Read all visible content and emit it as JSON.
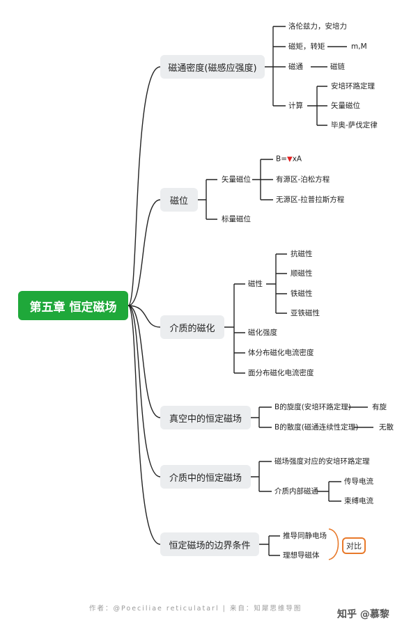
{
  "root": "第五章 恒定磁场",
  "branches": {
    "b1": "磁通密度(磁感应强度)",
    "b2": "磁位",
    "b3": "介质的磁化",
    "b4": "真空中的恒定磁场",
    "b5": "介质中的恒定磁场",
    "b6": "恒定磁场的边界条件"
  },
  "b1": {
    "lorentz": "洛伦兹力，安培力",
    "torque": "磁矩，转矩",
    "mM": "m,M",
    "flux": "磁通",
    "chain": "磁链",
    "calc": "计算",
    "ampere_loop": "安培环路定理",
    "vector_potential": "矢量磁位",
    "biot": "毕奥-萨伐定律"
  },
  "b2": {
    "vector": "矢量磁位",
    "b_eq_prefix": "B=",
    "b_eq_suffix": "xA",
    "source_region": "有源区-泊松方程",
    "sourceless_region": "无源区-拉普拉斯方程",
    "scalar": "标量磁位"
  },
  "b3": {
    "magnetism": "磁性",
    "anti": "抗磁性",
    "para": "顺磁性",
    "ferro": "铁磁性",
    "ferri": "亚铁磁性",
    "intensity": "磁化强度",
    "volume_current": "体分布磁化电流密度",
    "surface_current": "面分布磁化电流密度"
  },
  "b4": {
    "curl": "B的旋度(安培环路定理)",
    "curl_result": "有旋",
    "div": "B的散度(磁通连续性定理)",
    "div_result": "无散"
  },
  "b5": {
    "h_ampere": "磁场强度对应的安培环路定理",
    "inner_flux": "介质内部磁通",
    "conduction": "传导电流",
    "bound": "束缚电流"
  },
  "b6": {
    "derive": "推导同静电场",
    "ideal": "理想导磁体",
    "compare": "对比"
  },
  "footer": "作者：@Poeciliae reticulatarl | 来自：知犀思维导图",
  "brand": "知乎 @慕黎",
  "colors": {
    "root": "#1fa83a",
    "node_bg": "#ebedef",
    "line": "#222222",
    "accent": "#e8792a",
    "triangle": "#e02020"
  }
}
